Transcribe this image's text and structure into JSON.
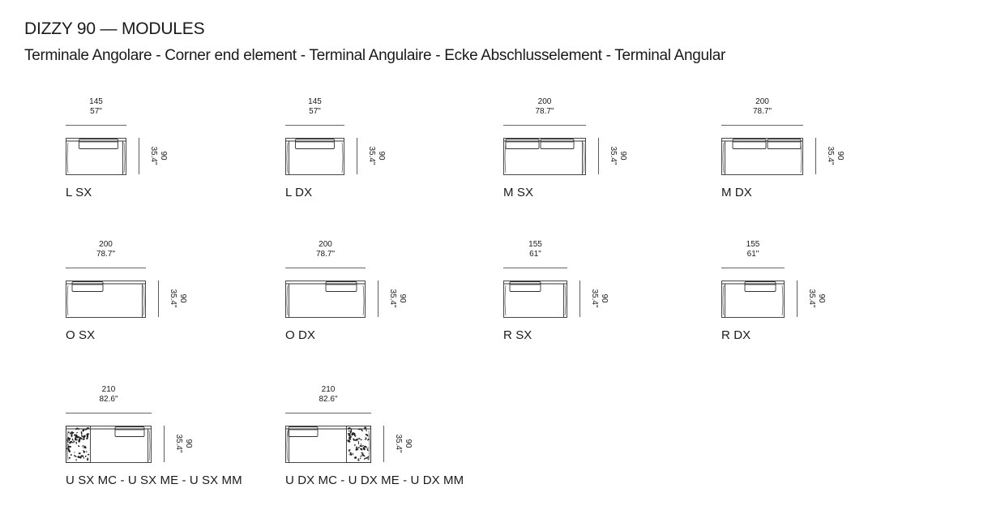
{
  "header": {
    "title": "DIZZY 90 — MODULES",
    "subtitle": "Terminale Angolare - Corner end element - Terminal Angulaire - Ecke Abschlusselement - Terminal Angular"
  },
  "modules": [
    {
      "id": "l-sx",
      "label": "L SX",
      "width_cm": "145",
      "width_in": "57\"",
      "depth_cm": "90",
      "depth_in": "35.4\"",
      "cushions": 1,
      "cushion_side": "left",
      "arm": "right",
      "chaise": "none"
    },
    {
      "id": "l-dx",
      "label": "L DX",
      "width_cm": "145",
      "width_in": "57\"",
      "depth_cm": "90",
      "depth_in": "35.4\"",
      "cushions": 1,
      "cushion_side": "right",
      "arm": "left",
      "chaise": "none"
    },
    {
      "id": "m-sx",
      "label": "M SX",
      "width_cm": "200",
      "width_in": "78.7\"",
      "depth_cm": "90",
      "depth_in": "35.4\"",
      "cushions": 2,
      "cushion_side": "left",
      "arm": "right",
      "chaise": "none"
    },
    {
      "id": "m-dx",
      "label": "M DX",
      "width_cm": "200",
      "width_in": "78.7\"",
      "depth_cm": "90",
      "depth_in": "35.4\"",
      "cushions": 2,
      "cushion_side": "right",
      "arm": "left",
      "chaise": "none"
    },
    {
      "id": "o-sx",
      "label": "O SX",
      "width_cm": "200",
      "width_in": "78.7\"",
      "depth_cm": "90",
      "depth_in": "35.4\"",
      "cushions": 1,
      "cushion_side": "left",
      "arm": "right",
      "chaise": "none"
    },
    {
      "id": "o-dx",
      "label": "O DX",
      "width_cm": "200",
      "width_in": "78.7\"",
      "depth_cm": "90",
      "depth_in": "35.4\"",
      "cushions": 1,
      "cushion_side": "right",
      "arm": "left",
      "chaise": "none"
    },
    {
      "id": "r-sx",
      "label": "R SX",
      "width_cm": "155",
      "width_in": "61\"",
      "depth_cm": "90",
      "depth_in": "35.4\"",
      "cushions": 1,
      "cushion_side": "left",
      "arm": "right",
      "chaise": "none"
    },
    {
      "id": "r-dx",
      "label": "R DX",
      "width_cm": "155",
      "width_in": "61\"",
      "depth_cm": "90",
      "depth_in": "35.4\"",
      "cushions": 1,
      "cushion_side": "right",
      "arm": "left",
      "chaise": "none"
    },
    {
      "id": "u-sx",
      "label": "U SX MC - U SX ME - U SX MM",
      "width_cm": "210",
      "width_in": "82.6\"",
      "depth_cm": "90",
      "depth_in": "35.4\"",
      "cushions": 1,
      "cushion_side": "right",
      "arm": "right",
      "chaise": "left"
    },
    {
      "id": "u-dx",
      "label": "U DX MC - U DX ME - U DX MM",
      "width_cm": "210",
      "width_in": "82.6\"",
      "depth_cm": "90",
      "depth_in": "35.4\"",
      "cushions": 1,
      "cushion_side": "left",
      "arm": "left",
      "chaise": "right"
    }
  ],
  "colors": {
    "ink": "#1a1a1a",
    "line": "#333333"
  }
}
